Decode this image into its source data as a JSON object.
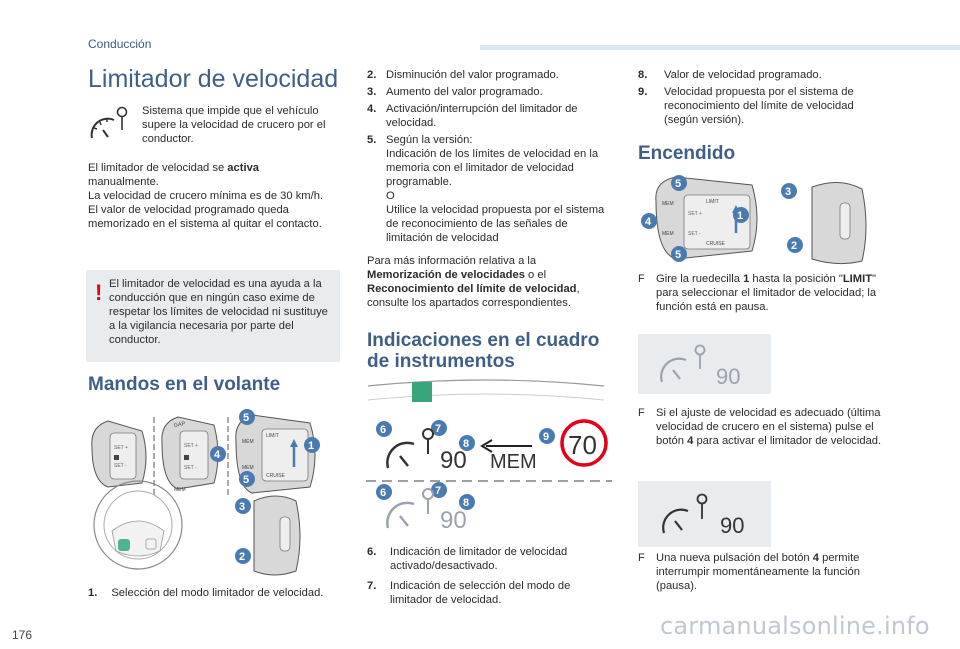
{
  "header": {
    "section": "Conducción",
    "page_number": "176"
  },
  "watermark": "carmanualsonline.info",
  "left": {
    "title": "Limitador de velocidad",
    "intro": "Sistema que impide que el vehículo supere la velocidad de crucero por el conductor.",
    "p1_a": "El limitador de velocidad se ",
    "p1_b": "activa",
    "p1_c": "manualmente.",
    "p2": "La velocidad de crucero mínima es de 30 km/h.",
    "p3": "El valor de velocidad programado queda memorizado en el sistema al quitar el contacto.",
    "warning": "El limitador de velocidad es una ayuda a la conducción que en ningún caso exime de respetar los límites de velocidad ni sustituye a la vigilancia necesaria por parte del conductor.",
    "mandos_title": "Mandos en el volante",
    "item1_num": "1.",
    "item1": "Selección del modo limitador de velocidad."
  },
  "middle": {
    "items": [
      {
        "num": "2.",
        "text": "Disminución del valor programado."
      },
      {
        "num": "3.",
        "text": "Aumento del valor programado."
      },
      {
        "num": "4.",
        "text": "Activación/interrupción del limitador de velocidad."
      },
      {
        "num": "5.",
        "text": "Según la versión:"
      }
    ],
    "item5_a": "Indicación de los límites de velocidad en la memoria con el limitador de velocidad programable.",
    "item5_o": "O",
    "item5_b": "Utilice la velocidad propuesta por el sistema de reconocimiento de las señales de limitación de velocidad",
    "info_a": "Para más información relativa a la",
    "info_b": "Memorización de velocidades",
    "info_c": " o el",
    "info_d": "Reconocimiento del límite de velocidad",
    "info_e": ",",
    "info_f": "consulte los apartados correspondientes.",
    "ind_title_1": "Indicaciones en el cuadro",
    "ind_title_2": "de instrumentos",
    "display": {
      "speed": "90",
      "mem": "MEM",
      "sign": "70",
      "speed2": "90"
    },
    "item6_num": "6.",
    "item6": "Indicación de limitador de velocidad activado/desactivado.",
    "item7_num": "7.",
    "item7": "Indicación de selección del modo de limitador de velocidad."
  },
  "right": {
    "item8_num": "8.",
    "item8": "Valor de velocidad programado.",
    "item9_num": "9.",
    "item9": "Velocidad propuesta por el sistema de reconocimiento del límite de velocidad (según versión).",
    "encendido": "Encendido",
    "b1_a": "Gire la ruedecilla ",
    "b1_b": "1",
    "b1_c": " hasta la posición \"",
    "b1_d": "LIMIT",
    "b1_e": "\" para seleccionar el limitador de velocidad; la función está en pausa.",
    "box1_speed": "90",
    "b2_a": "Si el ajuste de velocidad es adecuado (última velocidad de crucero en el sistema) pulse el botón ",
    "b2_b": "4",
    "b2_c": " para activar el limitador de velocidad.",
    "box2_speed": "90",
    "b3_a": "Una nueva pulsación del botón ",
    "b3_b": "4",
    "b3_c": " permite interrumpir momentáneamente la función (pausa).",
    "bullet": "F"
  },
  "colors": {
    "accent": "#3f5f86",
    "badge": "#4a7bb0",
    "warn": "#e2001a",
    "box": "#e9ecef"
  }
}
